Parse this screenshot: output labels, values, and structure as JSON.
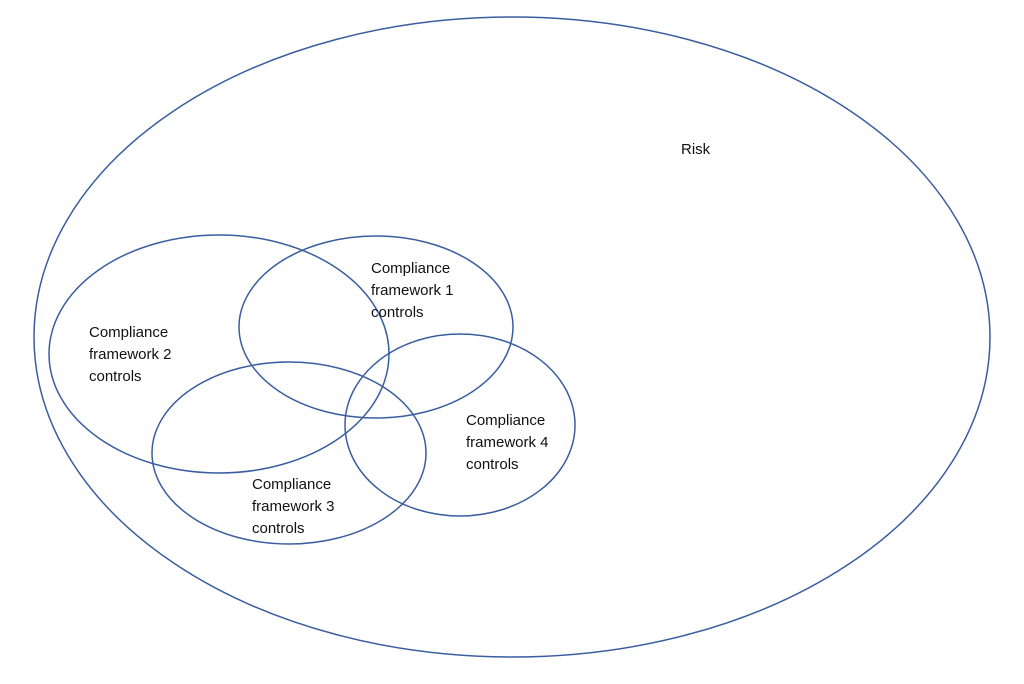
{
  "outer": {
    "label": "Risk"
  },
  "sets": [
    {
      "label": "Compliance\nframework 1\ncontrols"
    },
    {
      "label": "Compliance\nframework 2\ncontrols"
    },
    {
      "label": "Compliance\nframework 3\ncontrols"
    },
    {
      "label": "Compliance\nframework 4\ncontrols"
    }
  ],
  "colors": {
    "stroke": "#3a5da0"
  }
}
